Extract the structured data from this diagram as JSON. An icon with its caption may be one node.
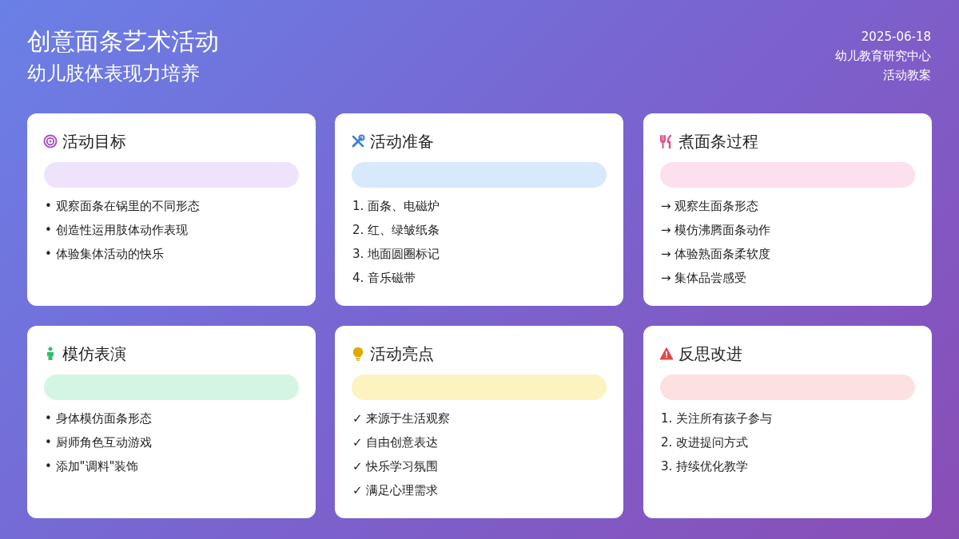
{
  "diagram": {
    "title": "创意面条艺术活动",
    "nodes": [
      {
        "text": [
          "活动目标",
          "• 观察面条在锅里的不同形态",
          "• 创造性运用肢体动作表现",
          "• 体验集体活动的快乐"
        ]
      },
      {
        "text": [
          "活动准备",
          "1. 面条、电磁炉",
          "2. 红、绿皱纸条",
          "3. 地面圆圈标记",
          "4. 音乐磁带"
        ]
      },
      {
        "text": [
          "煮面条过程",
          "→ 观察生面条形态",
          "→ 模仿沸腾面条动作",
          "→ 体验熟面条柔软度",
          "→ 集体品尝感受"
        ]
      },
      {
        "text": [
          "模仿表演",
          "• 身体模仿面条形态",
          "• 厨师角色互动游戏",
          "• 添加\"调料\"装饰"
        ]
      },
      {
        "text": [
          "活动亮点",
          "✓ 来源于生活观察",
          "✓ 自由创意表达",
          "✓ 快乐学习氛围",
          "✓ 满足心理需求"
        ]
      },
      {
        "text": [
          "反思改进",
          "1. 关注所有孩子参与",
          "2. 改进提问方式",
          "3. 持续优化教学"
        ]
      }
    ],
    "labels": [
      "幼儿肢体表现力培养",
      "2025-06-18",
      "幼儿教育研究中心",
      "活动教案"
    ]
  }
}
